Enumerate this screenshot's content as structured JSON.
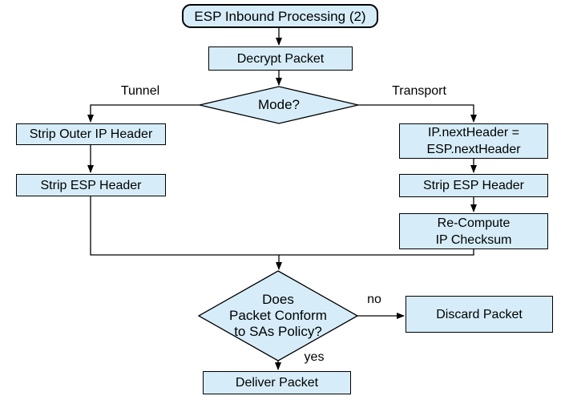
{
  "diagram": {
    "nodes": {
      "start": {
        "label": "ESP Inbound Processing (2)"
      },
      "decrypt": {
        "label": "Decrypt Packet"
      },
      "mode": {
        "label": "Mode?"
      },
      "strip_outer": {
        "label": "Strip Outer IP Header"
      },
      "strip_esp_left": {
        "label": "Strip ESP Header"
      },
      "ip_next": {
        "line1": "IP.nextHeader =",
        "line2": "ESP.nextHeader"
      },
      "strip_esp_right": {
        "label": "Strip ESP Header"
      },
      "recompute": {
        "line1": "Re-Compute",
        "line2": "IP Checksum"
      },
      "policy": {
        "line1": "Does",
        "line2": "Packet Conform",
        "line3": "to SAs Policy?"
      },
      "discard": {
        "label": "Discard Packet"
      },
      "deliver": {
        "label": "Deliver Packet"
      }
    },
    "edge_labels": {
      "tunnel": "Tunnel",
      "transport": "Transport",
      "no": "no",
      "yes": "yes"
    },
    "colors": {
      "node_fill": "#d6edf9",
      "node_border": "#000000",
      "line": "#000000",
      "background": "#ffffff",
      "text": "#000000"
    }
  }
}
